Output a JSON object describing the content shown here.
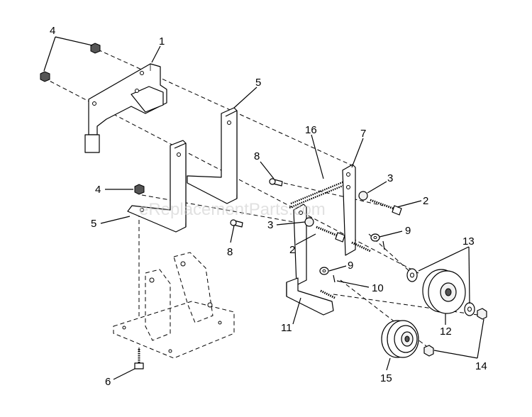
{
  "watermark": "eReplacementParts.com",
  "callouts": [
    {
      "id": "c4-top",
      "text": "4"
    },
    {
      "id": "c1",
      "text": "1"
    },
    {
      "id": "c5-right",
      "text": "5"
    },
    {
      "id": "c16",
      "text": "16"
    },
    {
      "id": "c7",
      "text": "7"
    },
    {
      "id": "c8-top",
      "text": "8"
    },
    {
      "id": "c3-top",
      "text": "3"
    },
    {
      "id": "c4-mid",
      "text": "4"
    },
    {
      "id": "c2-top",
      "text": "2"
    },
    {
      "id": "c5-left",
      "text": "5"
    },
    {
      "id": "c3-mid",
      "text": "3"
    },
    {
      "id": "c9-top",
      "text": "9"
    },
    {
      "id": "c8-bot",
      "text": "8"
    },
    {
      "id": "c2-mid",
      "text": "2"
    },
    {
      "id": "c13",
      "text": "13"
    },
    {
      "id": "c9-mid",
      "text": "9"
    },
    {
      "id": "c10",
      "text": "10"
    },
    {
      "id": "c11",
      "text": "11"
    },
    {
      "id": "c12",
      "text": "12"
    },
    {
      "id": "c6",
      "text": "6"
    },
    {
      "id": "c14",
      "text": "14"
    },
    {
      "id": "c15",
      "text": "15"
    }
  ]
}
